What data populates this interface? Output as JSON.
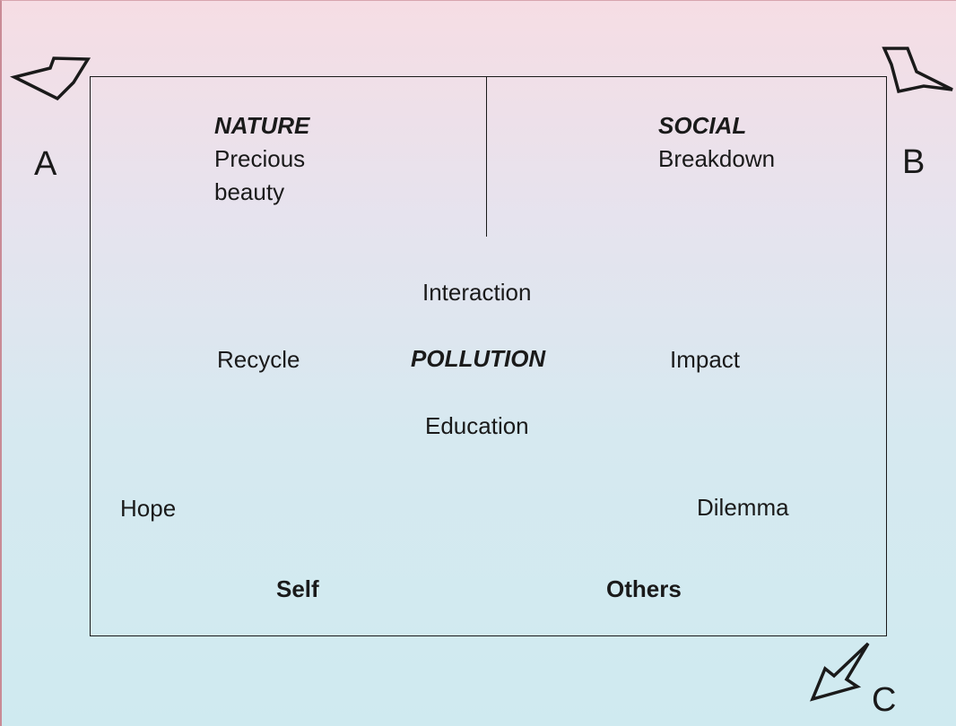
{
  "corners": {
    "a": "A",
    "b": "B",
    "c": "C"
  },
  "top_left": {
    "heading": "NATURE",
    "line1": "Precious",
    "line2": "beauty"
  },
  "top_right": {
    "heading": "SOCIAL",
    "line1": "Breakdown"
  },
  "center": {
    "top": "Interaction",
    "left": "Recycle",
    "main": "POLLUTION",
    "right": "Impact",
    "bottom": "Education"
  },
  "lower": {
    "left": "Hope",
    "right": "Dilemma"
  },
  "bottom": {
    "left": "Self",
    "right": "Others"
  }
}
